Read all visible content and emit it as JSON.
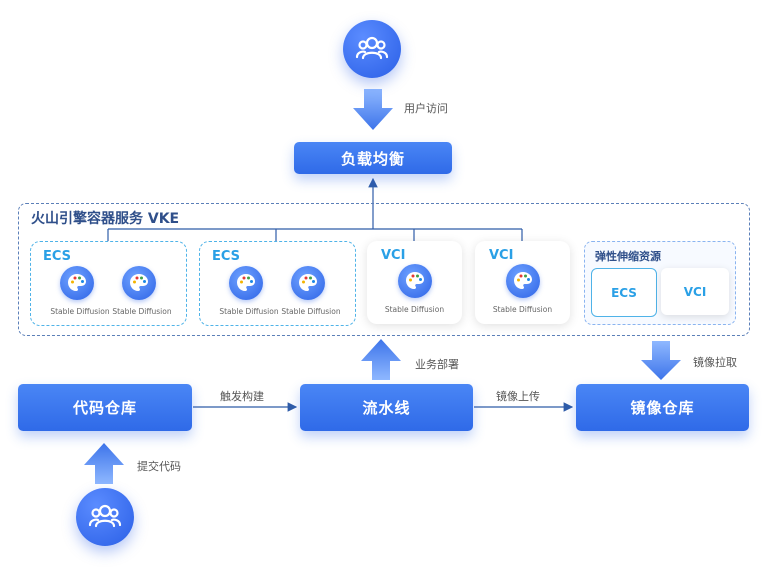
{
  "top_user": {
    "icon": "users-icon"
  },
  "bottom_user": {
    "icon": "users-icon"
  },
  "edges": {
    "user_visit": "用户访问",
    "deploy": "业务部署",
    "image_pull": "镜像拉取",
    "trigger_build": "触发构建",
    "image_upload": "镜像上传",
    "submit_code": "提交代码"
  },
  "load_balancer": "负载均衡",
  "vke": {
    "title": "火山引擎容器服务 VKE",
    "nodes": [
      {
        "type": "ECS",
        "apps": [
          "Stable Diffusion",
          "Stable Diffusion"
        ]
      },
      {
        "type": "ECS",
        "apps": [
          "Stable Diffusion",
          "Stable Diffusion"
        ]
      },
      {
        "type": "VCI",
        "apps": [
          "Stable Diffusion"
        ]
      },
      {
        "type": "VCI",
        "apps": [
          "Stable Diffusion"
        ]
      }
    ],
    "elastic": {
      "title": "弹性伸缩资源",
      "items": [
        "ECS",
        "VCI"
      ]
    }
  },
  "bottom": {
    "code_repo": "代码仓库",
    "pipeline": "流水线",
    "image_repo": "镜像仓库"
  },
  "colors": {
    "primary": "#2f6ae8",
    "accent": "#2aa0e6",
    "frame": "#5b7fb8"
  }
}
